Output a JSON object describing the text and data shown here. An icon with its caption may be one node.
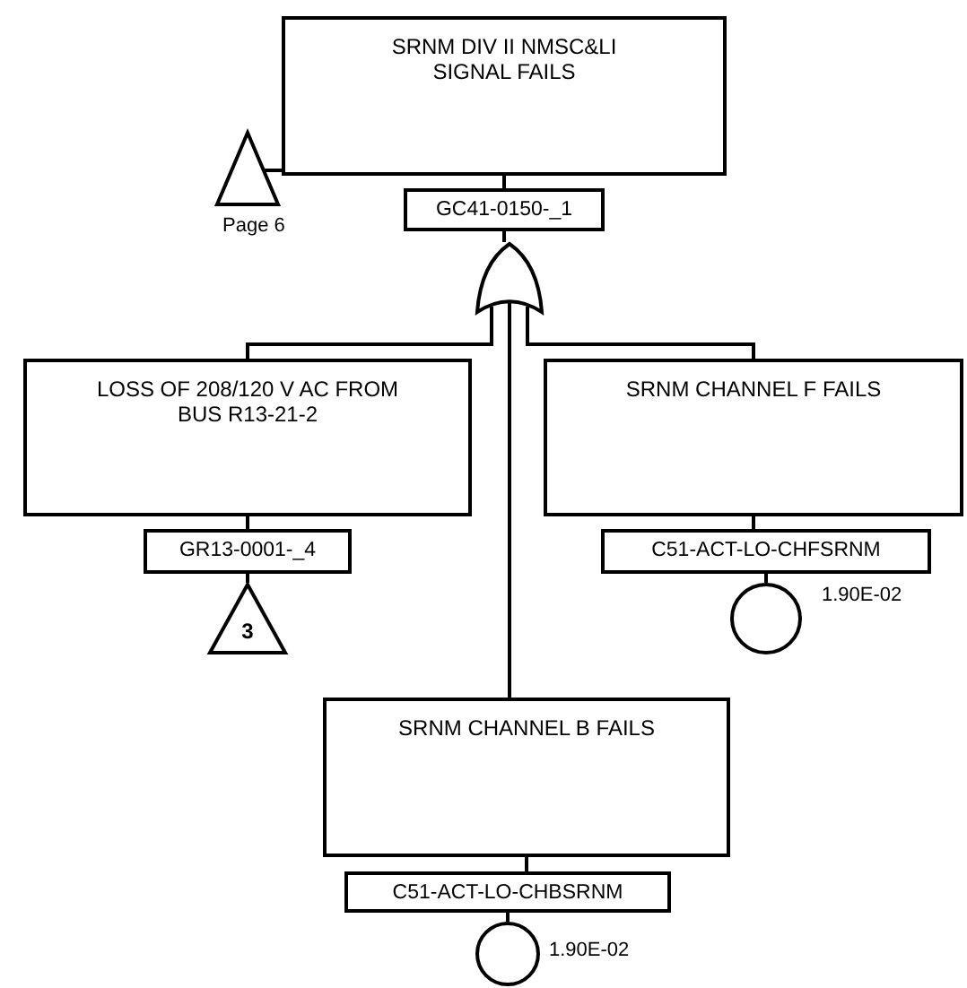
{
  "diagram": {
    "nodes": [
      {
        "text": [
          "SRNM DIV II NMSC&LI SIGNAL FAILS"
        ]
      },
      {
        "text": [],
        "shape": "triangle",
        "beside": [
          "Page 6"
        ]
      },
      {
        "text": [
          "GC41-0150-_1"
        ]
      },
      {
        "text": [],
        "shape": "or-gate"
      },
      {
        "text": [
          "LOSS OF 208/120 V AC FROM BUS R13-21-2"
        ]
      },
      {
        "text": [
          "GR13-0001-_4"
        ]
      },
      {
        "text": [
          "3"
        ]
      },
      {
        "text": [
          "SRNM CHANNEL F FAILS"
        ]
      },
      {
        "text": [
          "C51-ACT-LO-CHFSRNM"
        ]
      },
      {
        "text": [],
        "shape": "circle",
        "beside": [
          "1.90E-02"
        ]
      },
      {
        "text": [
          "SRNM CHANNEL B FAILS"
        ]
      },
      {
        "text": [
          "C51-ACT-LO-CHBSRNM"
        ]
      },
      {
        "text": [],
        "shape": "circle",
        "beside": [
          "1.90E-02"
        ]
      }
    ],
    "edges": [
      {
        "from": 0,
        "to": 1,
        "arrow": "none"
      },
      {
        "from": 0,
        "to": 2,
        "arrow": "none"
      },
      {
        "from": 2,
        "to": 3,
        "arrow": "none"
      },
      {
        "from": 3,
        "to": 4,
        "arrow": "none"
      },
      {
        "from": 3,
        "to": 10,
        "arrow": "none"
      },
      {
        "from": 3,
        "to": 7,
        "arrow": "none"
      },
      {
        "from": 4,
        "to": 5,
        "arrow": "none"
      },
      {
        "from": 5,
        "to": 6,
        "arrow": "none"
      },
      {
        "from": 7,
        "to": 8,
        "arrow": "none"
      },
      {
        "from": 8,
        "to": 9,
        "arrow": "none"
      },
      {
        "from": 10,
        "to": 11,
        "arrow": "none"
      },
      {
        "from": 11,
        "to": 12,
        "arrow": "none"
      }
    ]
  }
}
